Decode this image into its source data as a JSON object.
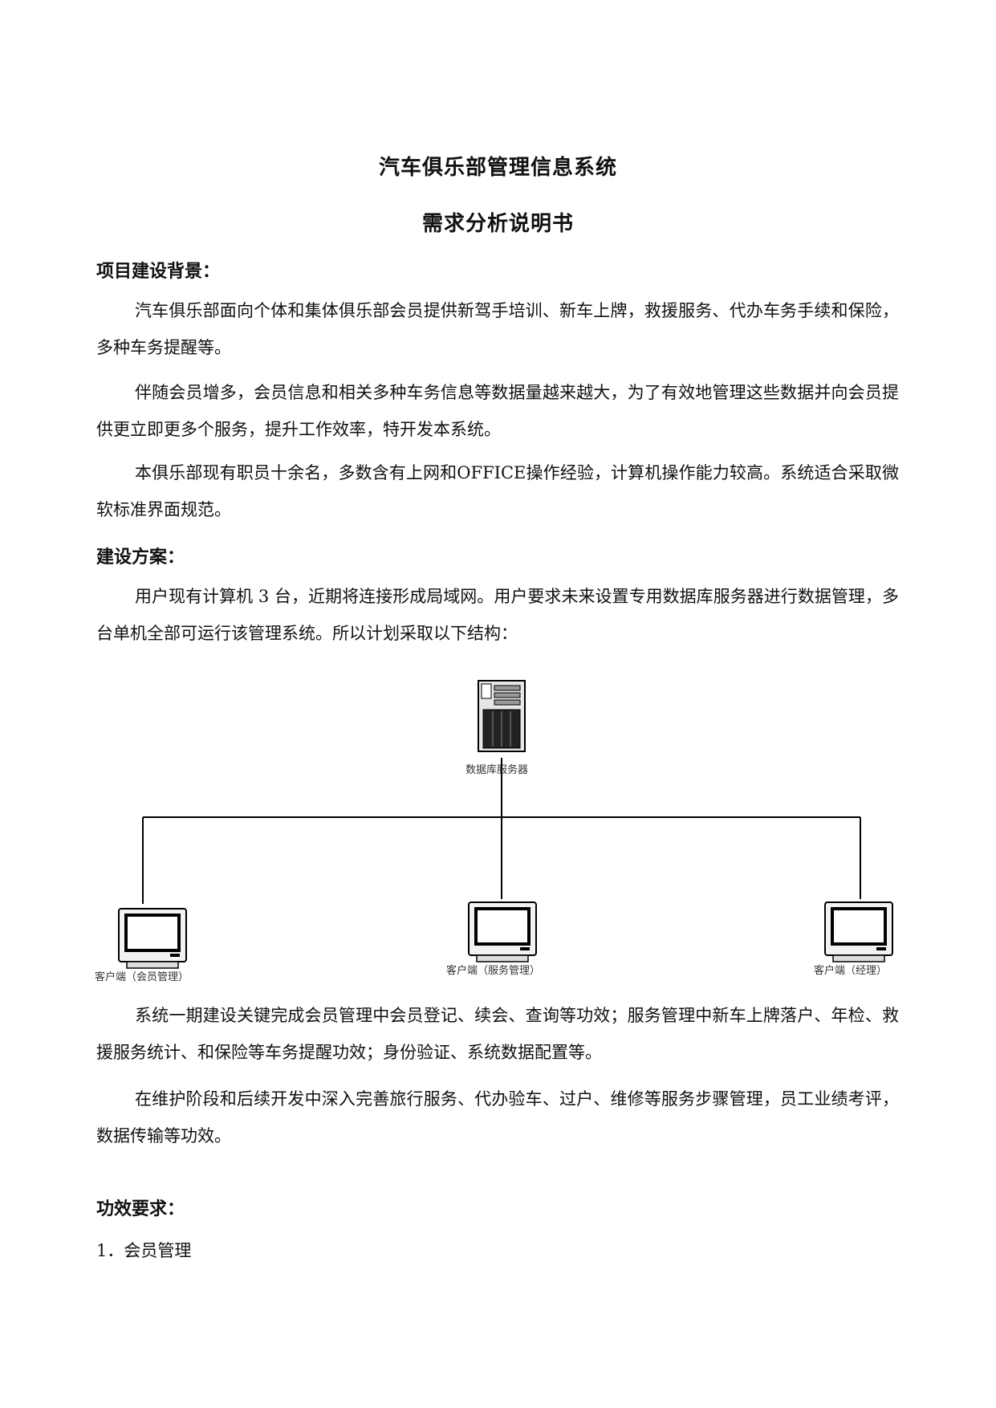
{
  "doc": {
    "title1": "汽车俱乐部管理信息系统",
    "title2": "需求分析说明书",
    "sections": {
      "background_heading": "项目建设背景：",
      "background_p1": "汽车俱乐部面向个体和集体俱乐部会员提供新驾手培训、新车上牌，救援服务、代办车务手续和保险，多种车务提醒等。",
      "background_p2": "伴随会员增多，会员信息和相关多种车务信息等数据量越来越大，为了有效地管理这些数据并向会员提供更立即更多个服务，提升工作效率，特开发本系统。",
      "background_p3": "本俱乐部现有职员十余名，多数含有上网和OFFICE操作经验，计算机操作能力较高。系统适合采取微软标准界面规范。",
      "plan_heading": "建设方案：",
      "plan_p1": "用户现有计算机 3 台，近期将连接形成局域网。用户要求未来设置专用数据库服务器进行数据管理，多台单机全部可运行该管理系统。所以计划采取以下结构：",
      "plan_p2": "系统一期建设关键完成会员管理中会员登记、续会、查询等功效；服务管理中新车上牌落户、年检、救援服务统计、和保险等车务提醒功效；身份验证、系统数据配置等。",
      "plan_p3": "在维护阶段和后续开发中深入完善旅行服务、代办验车、过户、维修等服务步骤管理，员工业绩考评，数据传输等功效。",
      "func_heading": "功效要求：",
      "func_item1": "1．会员管理"
    },
    "diagram": {
      "server_label": "数据库服务器",
      "client1_label": "客户端（会员管理）",
      "client2_label": "客户端（服务管理）",
      "client3_label": "客户端（经理）",
      "icons": [
        "server-icon",
        "monitor-icon"
      ]
    }
  }
}
